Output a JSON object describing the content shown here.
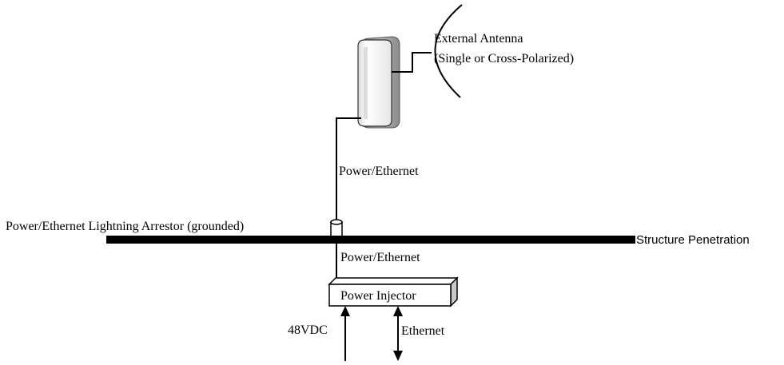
{
  "labels": {
    "external_antenna_line1": "External Antenna",
    "external_antenna_line2": "(Single or Cross-Polarized)",
    "power_ethernet_upper": "Power/Ethernet",
    "lightning_arrestor": "Power/Ethernet Lightning Arrestor (grounded)",
    "structure_penetration": "Structure Penetration",
    "power_ethernet_lower": "Power/Ethernet",
    "power_injector": "Power Injector",
    "dc_input": "48VDC",
    "ethernet": "Ethernet"
  },
  "colors": {
    "line": "#000000",
    "device_body": "#f4f4f4",
    "device_side": "#9a9a9a",
    "injector_side": "#c8c8c8"
  }
}
